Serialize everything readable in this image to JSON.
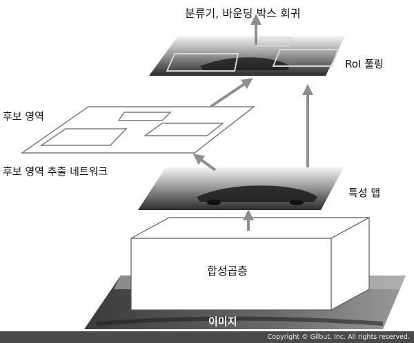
{
  "labels": {
    "classification_bbox": "분류기, 바운딩 박스 회귀",
    "roi_pooling": "RoI 풀링",
    "region_proposals": "후보 영역",
    "rpn": "후보 영역 추출 네트워크",
    "feature_map": "특성 맵",
    "conv_layers": "합성곱층",
    "image": "이미지"
  },
  "copyright": "Copyright © Gilbut, Inc. All rights reserved.",
  "colors": {
    "arrow": "#8e8e8e",
    "outline": "#5a5a5a",
    "footer": "#4a4a4a"
  }
}
